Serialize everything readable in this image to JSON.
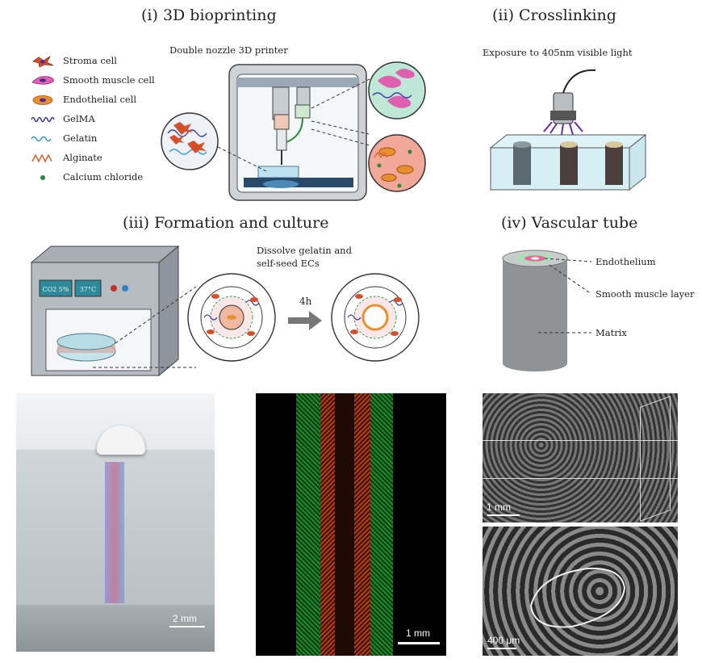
{
  "panels": {
    "bioprinting": {
      "title": "(i) 3D bioprinting",
      "printer_label": "Double nozzle 3D printer"
    },
    "crosslinking": {
      "title": "(ii) Crosslinking",
      "exposure_label": "Exposure to 405nm visible light"
    },
    "formation": {
      "title": "(iii) Formation and culture",
      "dissolve_label_1": "Dissolve gelatin and",
      "dissolve_label_2": "self-seed ECs",
      "time_label": "4h",
      "incubator_co2": "CO2 5%",
      "incubator_temp": "37°C"
    },
    "vascular": {
      "title": "(iv) Vascular tube",
      "labels": [
        "Endothelium",
        "Smooth muscle layer",
        "Matrix"
      ]
    }
  },
  "legend": [
    {
      "label": "Stroma cell",
      "icon": "stroma-cell-icon",
      "color": "#d4502a"
    },
    {
      "label": "Smooth muscle cell",
      "icon": "smooth-muscle-cell-icon",
      "color": "#e060b0"
    },
    {
      "label": "Endothelial cell",
      "icon": "endothelial-cell-icon",
      "color": "#e89030"
    },
    {
      "label": "GelMA",
      "icon": "gelma-icon",
      "color": "#3a3aa0"
    },
    {
      "label": "Gelatin",
      "icon": "gelatin-icon",
      "color": "#3a9ad8"
    },
    {
      "label": "Alginate",
      "icon": "alginate-icon",
      "color": "#e06030"
    },
    {
      "label": "Calcium chloride",
      "icon": "calcium-chloride-icon",
      "color": "#2a8a3a"
    }
  ],
  "photos": {
    "photo_scale": "2 mm",
    "fluorescence_scale": "1 mm",
    "sem_top_scale": "1 mm",
    "sem_bottom_scale": "400 μm"
  }
}
